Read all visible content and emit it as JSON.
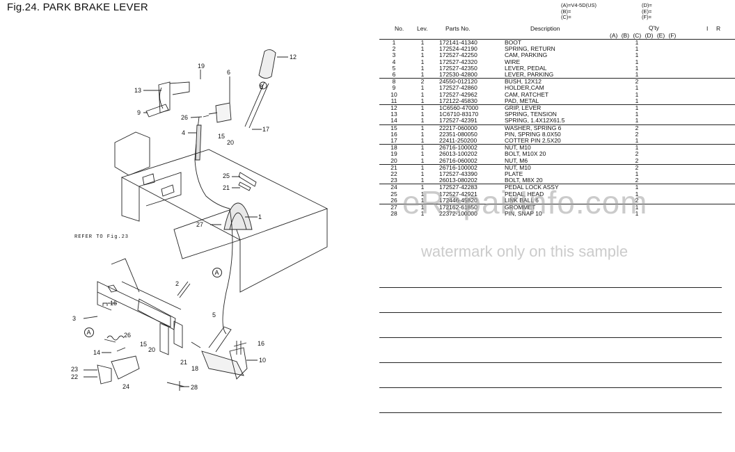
{
  "figure": {
    "title": "Fig.24.  PARK BRAKE LEVER"
  },
  "legend": {
    "left": [
      "(A)=V4-5D(US)",
      "(B)=",
      "(C)="
    ],
    "right": [
      "(D)=",
      "(E)=",
      "(F)="
    ]
  },
  "table": {
    "headers": {
      "no": "No.",
      "lev": "Lev.",
      "part": "Parts No.",
      "desc": "Description",
      "qty": "Q'ty",
      "i": "I",
      "r": "R"
    },
    "qty_columns": [
      "(A)",
      "(B)",
      "(C)",
      "(D)",
      "(E)",
      "(F)"
    ],
    "rows": [
      {
        "no": "1",
        "lev": "1",
        "part": "172141-41340",
        "desc": "BOOT",
        "qa": "1"
      },
      {
        "no": "2",
        "lev": "1",
        "part": "172524-42190",
        "desc": "SPRING, RETURN",
        "qa": "1"
      },
      {
        "no": "3",
        "lev": "1",
        "part": "172527-42250",
        "desc": "CAM, PARKING",
        "qa": "1"
      },
      {
        "no": "4",
        "lev": "1",
        "part": "172527-42320",
        "desc": "WIRE",
        "qa": "1"
      },
      {
        "no": "5",
        "lev": "1",
        "part": "172527-42350",
        "desc": "LEVER, PEDAL",
        "qa": "1"
      },
      {
        "no": "6",
        "lev": "1",
        "part": "172530-42800",
        "desc": "LEVER, PARKING",
        "qa": "1"
      },
      {
        "no": "8",
        "lev": "2",
        "part": "24550-012120",
        "desc": "BUSH, 12X12",
        "qa": "2"
      },
      {
        "no": "9",
        "lev": "1",
        "part": "172527-42860",
        "desc": "HOLDER,CAM",
        "qa": "1"
      },
      {
        "no": "10",
        "lev": "1",
        "part": "172527-42962",
        "desc": "CAM, RATCHET",
        "qa": "1"
      },
      {
        "no": "11",
        "lev": "1",
        "part": "172122-45830",
        "desc": "PAD, METAL",
        "qa": "1"
      },
      {
        "no": "12",
        "lev": "1",
        "part": "1C6560-47000",
        "desc": "GRIP, LEVER",
        "qa": "1"
      },
      {
        "no": "13",
        "lev": "1",
        "part": "1C6710-83170",
        "desc": "SPRING, TENSION",
        "qa": "1"
      },
      {
        "no": "14",
        "lev": "1",
        "part": "172527-42391",
        "desc": "SPRING, 1.4X12X61.5",
        "qa": "1"
      },
      {
        "no": "15",
        "lev": "1",
        "part": "22217-060000",
        "desc": "WASHER, SPRING  6",
        "qa": "2"
      },
      {
        "no": "16",
        "lev": "1",
        "part": "22351-080050",
        "desc": "PIN, SPRING 8.0X50",
        "qa": "2"
      },
      {
        "no": "17",
        "lev": "1",
        "part": "22411-250200",
        "desc": "COTTER PIN 2.5X20",
        "qa": "1"
      },
      {
        "no": "18",
        "lev": "1",
        "part": "26716-100002",
        "desc": "NUT, M10",
        "qa": "1"
      },
      {
        "no": "19",
        "lev": "1",
        "part": "26013-100202",
        "desc": "BOLT, M10X 20",
        "qa": "2"
      },
      {
        "no": "20",
        "lev": "1",
        "part": "26716-060002",
        "desc": "NUT, M6",
        "qa": "2"
      },
      {
        "no": "21",
        "lev": "1",
        "part": "26716-100002",
        "desc": "NUT, M10",
        "qa": "2"
      },
      {
        "no": "22",
        "lev": "1",
        "part": "172527-43390",
        "desc": "PLATE",
        "qa": "1"
      },
      {
        "no": "23",
        "lev": "1",
        "part": "26013-080202",
        "desc": "BOLT, M8X 20",
        "qa": "2"
      },
      {
        "no": "24",
        "lev": "1",
        "part": "172527-42283",
        "desc": "PEDAL LOCK ASSY",
        "qa": "1"
      },
      {
        "no": "25",
        "lev": "1",
        "part": "172527-42921",
        "desc": "PEDAL, HEAD",
        "qa": "1"
      },
      {
        "no": "26",
        "lev": "1",
        "part": "172446-45820",
        "desc": "LINK BALL 6",
        "qa": "2"
      },
      {
        "no": "27",
        "lev": "1",
        "part": "172162-61850",
        "desc": "GROMMET",
        "qa": "1"
      },
      {
        "no": "28",
        "lev": "1",
        "part": "22372-100000",
        "desc": "PIN, SNAP 10",
        "qa": "1"
      }
    ]
  },
  "diagram": {
    "reference": "REFER TO Fig.23",
    "connector": "A",
    "callouts": [
      "12",
      "19",
      "6",
      "13",
      "8",
      "9",
      "26",
      "17",
      "4",
      "15",
      "20",
      "25",
      "21",
      "1",
      "27",
      "2",
      "16",
      "3",
      "5",
      "26",
      "15",
      "20",
      "14",
      "16",
      "10",
      "21",
      "18",
      "23",
      "22",
      "24",
      "28"
    ]
  },
  "watermark": {
    "line1": "eRepairInfo.com",
    "line2": "watermark only on this sample"
  }
}
